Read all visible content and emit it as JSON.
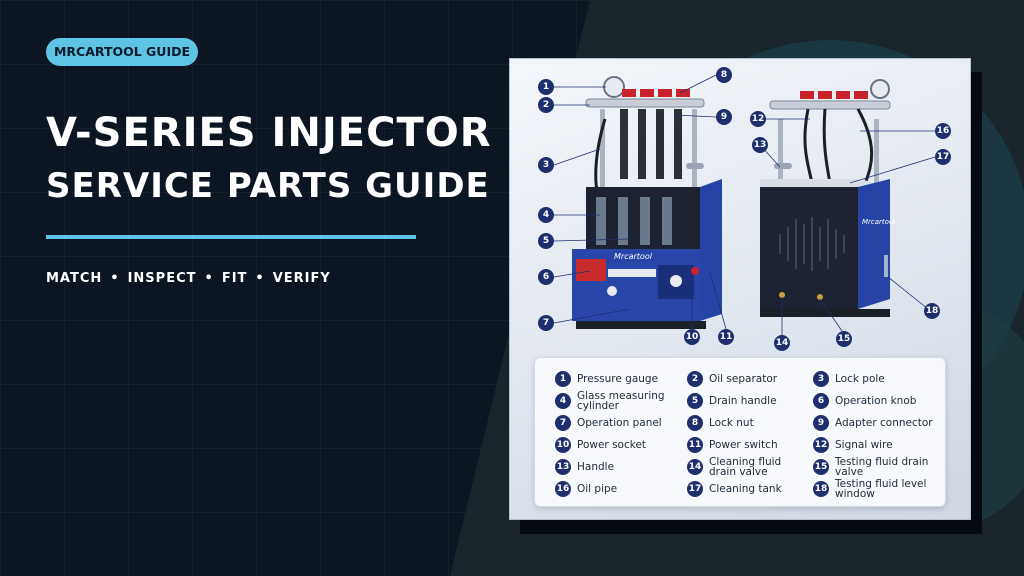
{
  "badge": {
    "label": "MRCARTOOL GUIDE"
  },
  "title": {
    "line1": "V-SERIES INJECTOR",
    "line2": "SERVICE PARTS GUIDE"
  },
  "tags": [
    "MATCH",
    "INSPECT",
    "FIT",
    "VERIFY"
  ],
  "tag_separator": "•",
  "colors": {
    "background": "#0c1522",
    "accent": "#5ec4e6",
    "machine_blue": "#2746a8",
    "marker_navy": "#1f2f6e"
  },
  "diagram": {
    "brand_front": "Mrcartool",
    "brand_back": "Mrcartool",
    "callouts_front": [
      "1",
      "2",
      "3",
      "4",
      "5",
      "6",
      "7",
      "8",
      "9",
      "10",
      "11"
    ],
    "callouts_back": [
      "12",
      "13",
      "14",
      "15",
      "16",
      "17",
      "18"
    ],
    "legend": [
      {
        "num": "1",
        "label": "Pressure gauge"
      },
      {
        "num": "2",
        "label": "Oil separator"
      },
      {
        "num": "3",
        "label": "Lock pole"
      },
      {
        "num": "4",
        "label": "Glass measuring cylinder"
      },
      {
        "num": "5",
        "label": "Drain handle"
      },
      {
        "num": "6",
        "label": "Operation knob"
      },
      {
        "num": "7",
        "label": "Operation panel"
      },
      {
        "num": "8",
        "label": "Lock nut"
      },
      {
        "num": "9",
        "label": "Adapter connector"
      },
      {
        "num": "10",
        "label": "Power socket"
      },
      {
        "num": "11",
        "label": "Power switch"
      },
      {
        "num": "12",
        "label": "Signal wire"
      },
      {
        "num": "13",
        "label": "Handle"
      },
      {
        "num": "14",
        "label": "Cleaning fluid drain valve"
      },
      {
        "num": "15",
        "label": "Testing fluid drain valve"
      },
      {
        "num": "16",
        "label": "Oil pipe"
      },
      {
        "num": "17",
        "label": "Cleaning tank"
      },
      {
        "num": "18",
        "label": "Testing fluid level window"
      }
    ]
  }
}
